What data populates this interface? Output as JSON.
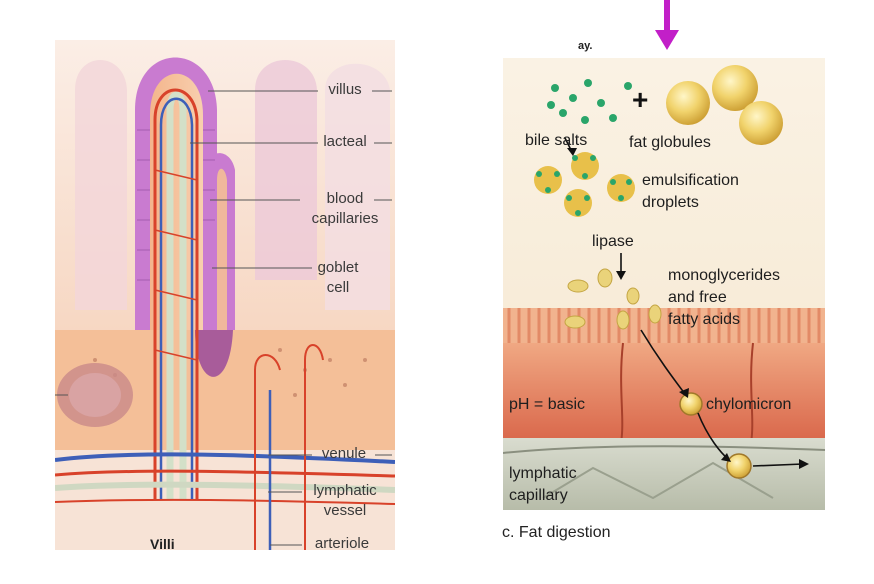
{
  "villi_panel": {
    "labels": {
      "villus": "villus",
      "lacteal": "lacteal",
      "blood_capillaries": "blood\ncapillaries",
      "goblet_cell": "goblet\ncell",
      "venule": "venule",
      "lymphatic_vessel": "lymphatic\nvessel",
      "arteriole": "arteriole"
    },
    "caption": "Villi"
  },
  "fat_panel": {
    "top_fragment": "ay.",
    "plus_sign": "+",
    "labels": {
      "bile_salts": "bile salts",
      "fat_globules": "fat globules",
      "emulsification_droplets": "emulsification\ndroplets",
      "lipase": "lipase",
      "monoglycerides": "monoglycerides\nand free\nfatty acids",
      "ph_basic": "pH = basic",
      "chylomicron": "chylomicron",
      "lymphatic_capillary": "lymphatic\ncapillary"
    },
    "caption": "c. Fat digestion"
  },
  "colors": {
    "magenta_arrow": "#c21fc8",
    "villus_pink": "#c97bd0",
    "blood_red": "#d8422a",
    "vein_blue": "#3d5fb8",
    "tissue_orange": "#f2b98c",
    "cell_red": "#d9664a",
    "fat_yellow": "#e8c04a",
    "bile_green": "#2aa56a"
  }
}
